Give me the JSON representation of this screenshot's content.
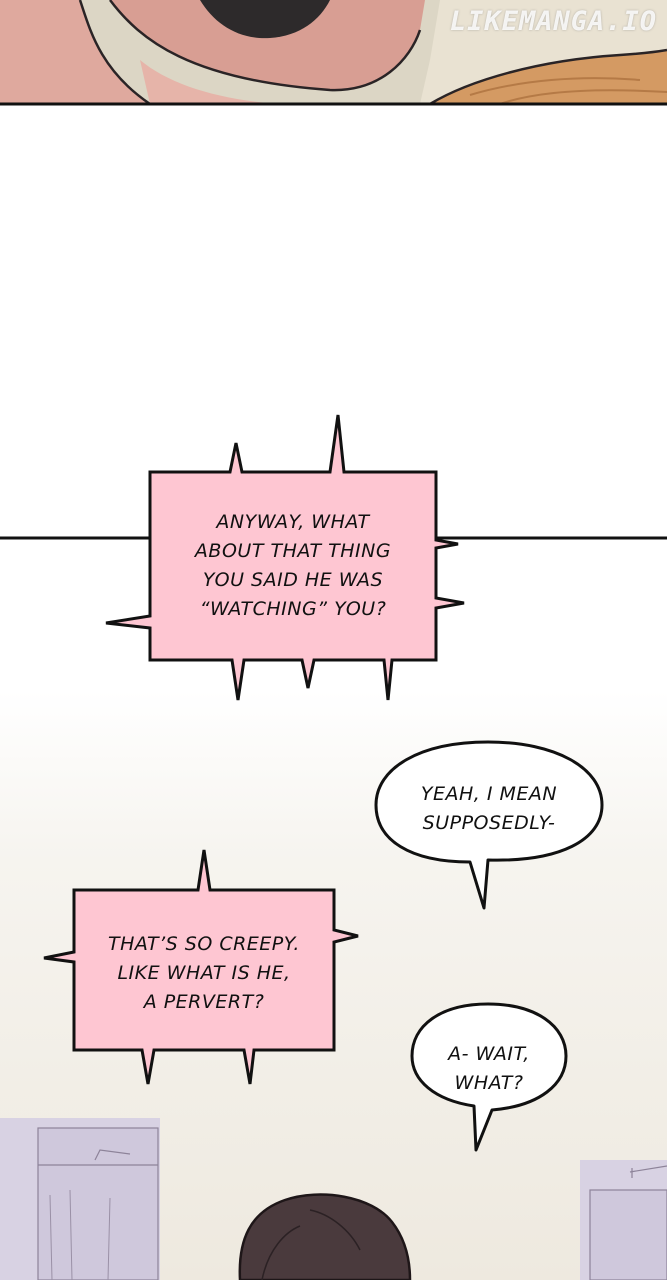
{
  "watermark": "LIKEMANGA.IO",
  "colors": {
    "pink_box": "#fec6d2",
    "outline": "#111111",
    "skin": "#dfa99e",
    "hair": "#4a3a3d",
    "shelf": "#d8d2e3"
  },
  "bubbles": {
    "anyway": {
      "lines": [
        "ANYWAY, WHAT",
        "ABOUT THAT THING",
        "YOU SAID HE WAS",
        "“WATCHING” YOU?"
      ]
    },
    "yeah": {
      "lines": [
        "YEAH, I MEAN",
        "SUPPOSEDLY-"
      ]
    },
    "creepy": {
      "lines": [
        "THAT’S SO CREEPY.",
        "LIKE WHAT IS HE,",
        "A PERVERT?"
      ]
    },
    "wait": {
      "lines": [
        "A- WAIT,",
        "WHAT?"
      ]
    }
  }
}
